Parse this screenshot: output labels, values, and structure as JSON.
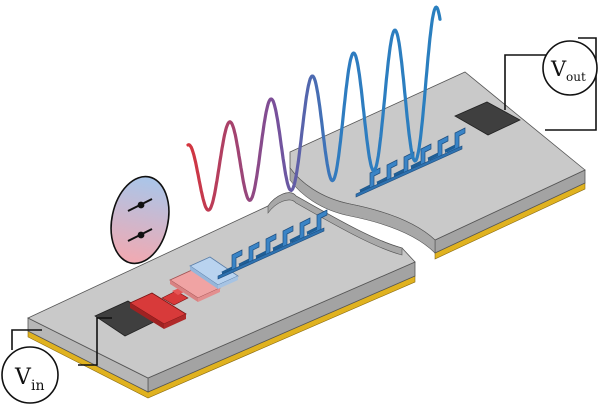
{
  "labels": {
    "v_in": "V",
    "v_in_sub": "in",
    "v_out": "V",
    "v_out_sub": "out"
  },
  "colors": {
    "chip_top": "#c8c8c8",
    "chip_side": "#b4b4b4",
    "chip_front": "#9e9e9e",
    "gold_layer": "#e0b21f",
    "pad": "#3f3f3f",
    "idt_blue": "#3a84c6",
    "idt_blue_dark": "#1f5f97",
    "red_element": "#d83a3a",
    "pink_element": "#f0a3a3",
    "lightblue_element": "#b9d3ef",
    "wave_start": "#d8343a",
    "wave_end": "#2a7fbf",
    "wire": "#111111"
  }
}
